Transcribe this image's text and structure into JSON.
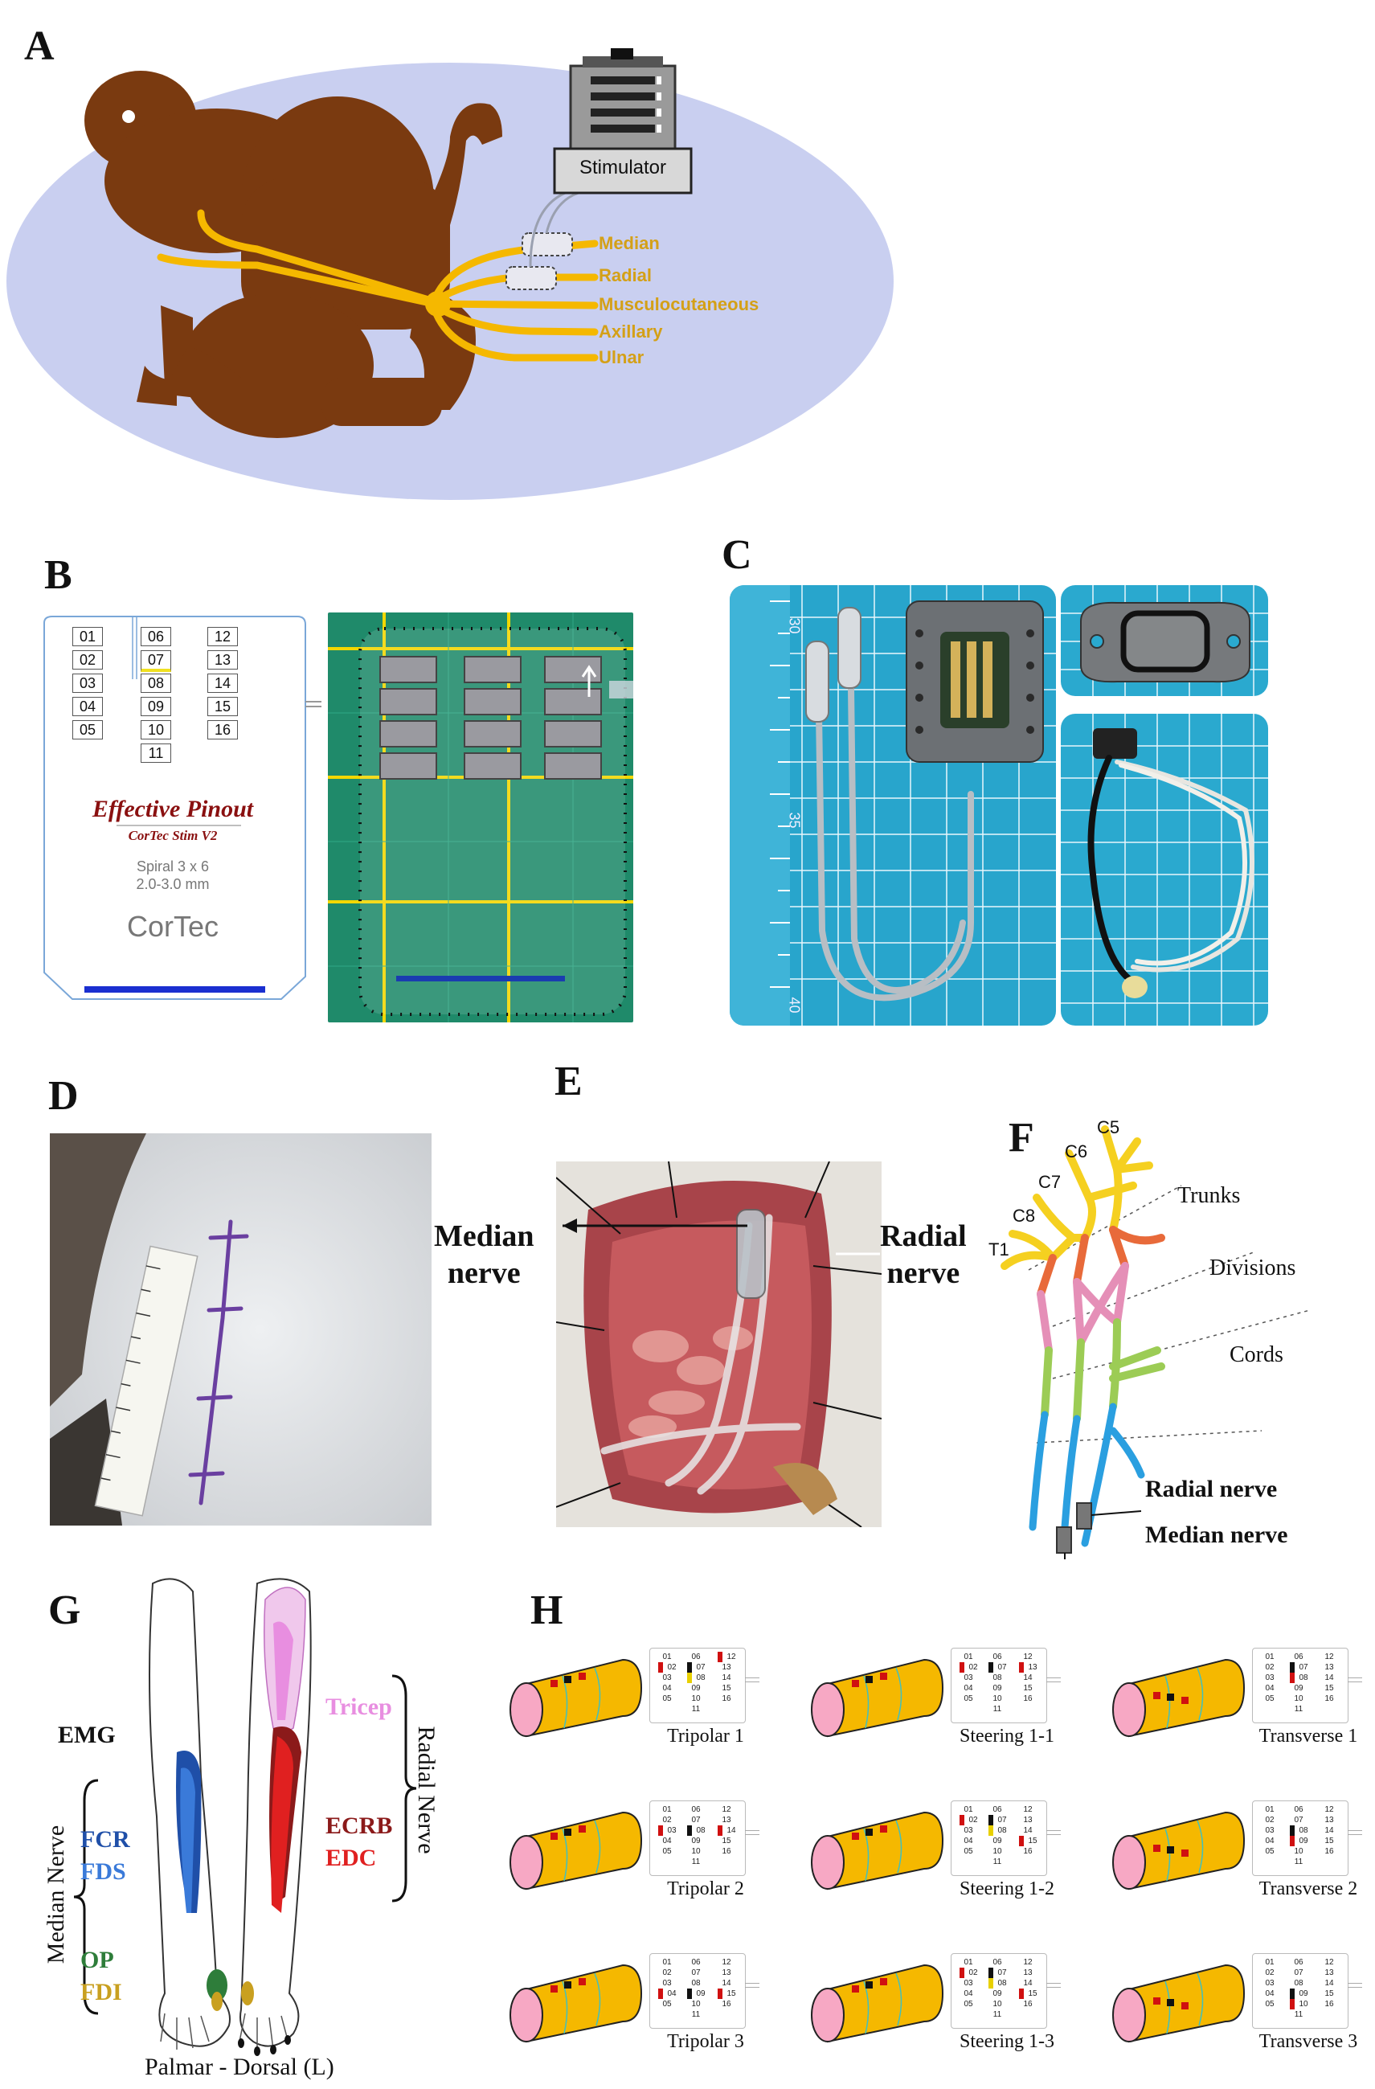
{
  "panel_labels": [
    "A",
    "B",
    "C",
    "D",
    "E",
    "F",
    "G",
    "H"
  ],
  "panelA": {
    "device_label": "Stimulator",
    "nerves": [
      {
        "name": "Median",
        "color": "#d4a017"
      },
      {
        "name": "Radial",
        "color": "#d4a017"
      },
      {
        "name": "Musculocutaneous",
        "color": "#d4a017"
      },
      {
        "name": "Axillary",
        "color": "#d4a017"
      },
      {
        "name": "Ulnar",
        "color": "#d4a017"
      }
    ],
    "colors": {
      "background": "#c9cff0",
      "monkey": "#7a3a10",
      "nerve": "#f5b800"
    }
  },
  "panelB": {
    "columns": [
      [
        "01",
        "02",
        "03",
        "04",
        "05"
      ],
      [
        "06",
        "07",
        "08",
        "09",
        "10",
        "11"
      ],
      [
        "12",
        "13",
        "14",
        "15",
        "16"
      ]
    ],
    "highlight_contact": "07",
    "title": "Effective Pinout",
    "subtitle": "CorTec Stim V2",
    "spec1": "Spiral 3 x 6",
    "spec2": "2.0-3.0 mm",
    "brand": "CorTec"
  },
  "panelC": {
    "ruler_labels": [
      "30",
      "35",
      "40"
    ]
  },
  "panelE": {
    "left_label_line1": "Median",
    "left_label_line2": "nerve",
    "right_label_line1": "Radial",
    "right_label_line2": "nerve"
  },
  "panelF": {
    "roots": [
      "C5",
      "C6",
      "C7",
      "C8",
      "T1"
    ],
    "regions": [
      "Trunks",
      "Divisions",
      "Cords"
    ],
    "labels": [
      "Radial nerve",
      "Median nerve"
    ],
    "colors": {
      "roots": "#f5d020",
      "trunks": "#e86a3a",
      "divisions": "#e58fb7",
      "cords": "#9ccc55",
      "branches": "#2a9fe0"
    }
  },
  "panelG": {
    "emg_label": "EMG",
    "median_nerve_label": "Median Nerve",
    "radial_nerve_label": "Radial Nerve",
    "muscles": [
      {
        "name": "FCR",
        "color": "#1f4fa8"
      },
      {
        "name": "FDS",
        "color": "#3a7ad9"
      },
      {
        "name": "OP",
        "color": "#2e7d3a"
      },
      {
        "name": "FDI",
        "color": "#c9a020"
      },
      {
        "name": "Tricep",
        "color": "#e88ee0"
      },
      {
        "name": "ECRB",
        "color": "#8b1a1a"
      },
      {
        "name": "EDC",
        "color": "#e02020"
      }
    ],
    "caption": "Palmar - Dorsal (L)"
  },
  "panelH": {
    "configs": [
      {
        "name": "Tripolar 1"
      },
      {
        "name": "Steering 1-1"
      },
      {
        "name": "Transverse 1"
      },
      {
        "name": "Tripolar 2"
      },
      {
        "name": "Steering 1-2"
      },
      {
        "name": "Transverse 2"
      },
      {
        "name": "Tripolar 3"
      },
      {
        "name": "Steering 1-3"
      },
      {
        "name": "Transverse 3"
      }
    ],
    "mini_columns": [
      [
        "01",
        "02",
        "03",
        "04",
        "05"
      ],
      [
        "06",
        "07",
        "08",
        "09",
        "10",
        "11"
      ],
      [
        "12",
        "13",
        "14",
        "15",
        "16"
      ]
    ]
  }
}
